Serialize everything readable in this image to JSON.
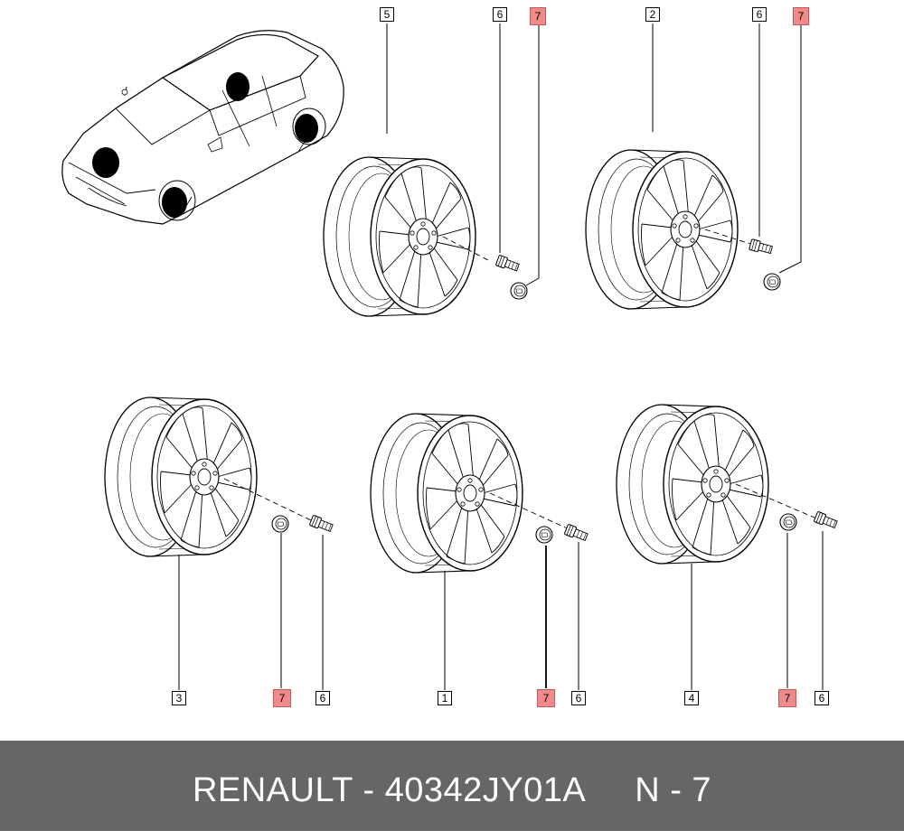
{
  "footer": {
    "part_label": "RENAULT - 40342JY01A",
    "page_label": "N - 7"
  },
  "callouts": {
    "a5": "5",
    "a6": "6",
    "a7": "7",
    "b2": "2",
    "b6": "6",
    "b7": "7",
    "c3": "3",
    "c7": "7",
    "c6": "6",
    "d1": "1",
    "d7": "7",
    "d6": "6",
    "e4": "4",
    "e7": "7",
    "e6": "6"
  },
  "colors": {
    "highlight": "#f08a8a",
    "footer_bg": "#666666",
    "line": "#000000"
  }
}
